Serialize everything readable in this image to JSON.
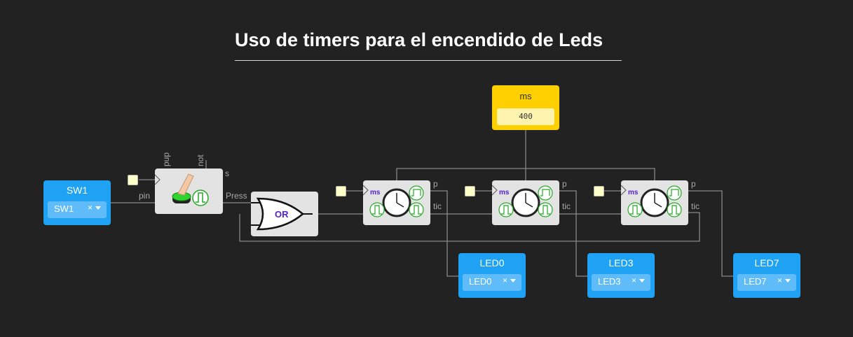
{
  "title": "Uso de timers para el encendido de Leds",
  "colors": {
    "background": "#222222",
    "io_block": "#1fa2f4",
    "io_select": "#5fbcf9",
    "constant_block": "#ffd000",
    "wire": "#888888",
    "component": "#e3e3e3"
  },
  "input": {
    "title": "SW1",
    "value": "SW1",
    "clear": "×"
  },
  "button_component": {
    "ports": {
      "pup": "pup",
      "not": "not",
      "s": "s",
      "pin": "pin",
      "press": "Press"
    }
  },
  "or_gate": {
    "label": "OR"
  },
  "constant": {
    "title": "ms",
    "value": "400"
  },
  "timers": [
    {
      "ms_label": "ms",
      "out_p": "p",
      "out_tic": "tic"
    },
    {
      "ms_label": "ms",
      "out_p": "p",
      "out_tic": "tic"
    },
    {
      "ms_label": "ms",
      "out_p": "p",
      "out_tic": "tic"
    }
  ],
  "outputs": [
    {
      "title": "LED0",
      "value": "LED0",
      "clear": "×"
    },
    {
      "title": "LED3",
      "value": "LED3",
      "clear": "×"
    },
    {
      "title": "LED7",
      "value": "LED7",
      "clear": "×"
    }
  ]
}
